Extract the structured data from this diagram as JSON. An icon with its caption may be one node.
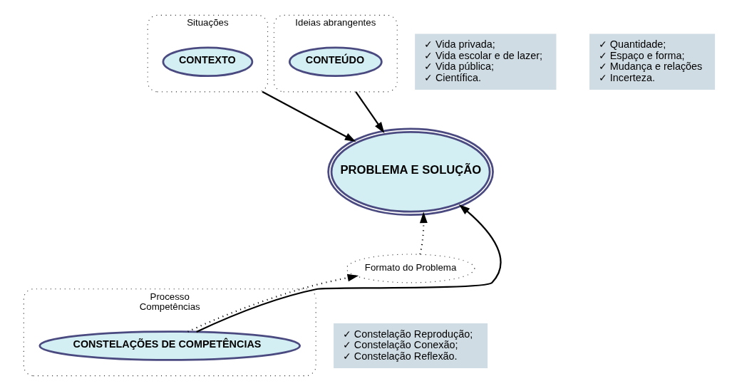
{
  "diagram": {
    "nodes": [
      {
        "text": [
          "Situações"
        ]
      },
      {
        "text": [
          "CONTEXTO"
        ],
        "in": 0
      },
      {
        "text": [
          "Ideias abrangentes"
        ]
      },
      {
        "text": [
          "CONTEÚDO"
        ],
        "in": 2
      },
      {
        "text": [
          "PROBLEMA E SOLUÇÃO"
        ]
      },
      {
        "text": [
          "Formato do Problema"
        ]
      },
      {
        "text": [
          "Processo",
          "Competências"
        ]
      },
      {
        "text": [
          "CONSTELAÇÕES DE COMPETÊNCIAS"
        ],
        "in": 6
      },
      {
        "text": [
          "✓ Vida privada;",
          "✓ Vida escolar e de lazer;",
          "✓ Vida pública;",
          "✓ Científica."
        ]
      },
      {
        "text": [
          "✓ Quantidade;",
          "✓ Espaço e forma;",
          "✓ Mudança e relações",
          "✓ Incerteza."
        ]
      },
      {
        "text": [
          "✓ Constelação Reprodução;",
          "✓ Constelação Conexão;",
          "✓ Constelação Reflexão."
        ]
      }
    ],
    "edges": [
      {
        "from": 0,
        "to": 4,
        "arrow": "to"
      },
      {
        "from": 2,
        "to": 4,
        "arrow": "to"
      },
      {
        "from": 5,
        "to": 4,
        "arrow": "to",
        "style": "dashed"
      },
      {
        "from": 7,
        "to": 5,
        "arrow": "to",
        "style": "dashed"
      },
      {
        "from": 7,
        "to": 4,
        "arrow": "to"
      }
    ]
  }
}
